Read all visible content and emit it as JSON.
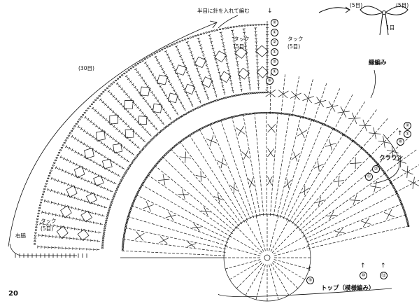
{
  "labels": {
    "half_stitch_note": "半目に針を入れて編む",
    "rounds_30": "(30目)",
    "tuck": "タック",
    "five_stitch": "(5目)",
    "five_stitch_2": "(5目)",
    "one_stitch": "1目",
    "edging": "縁編み",
    "crown": "クラウン",
    "right_brim": "右脇",
    "top": "トップ（模様編み）",
    "page_number": "20"
  },
  "circled_numbers": {
    "n1": "①",
    "n2": "②",
    "n5": "⑤",
    "n6": "⑥",
    "n10": "⑩",
    "n12": "⑫"
  },
  "icons": [
    "bow-icon",
    "arrow-icon"
  ],
  "colors": {
    "line": "#111111",
    "background": "#ffffff"
  }
}
